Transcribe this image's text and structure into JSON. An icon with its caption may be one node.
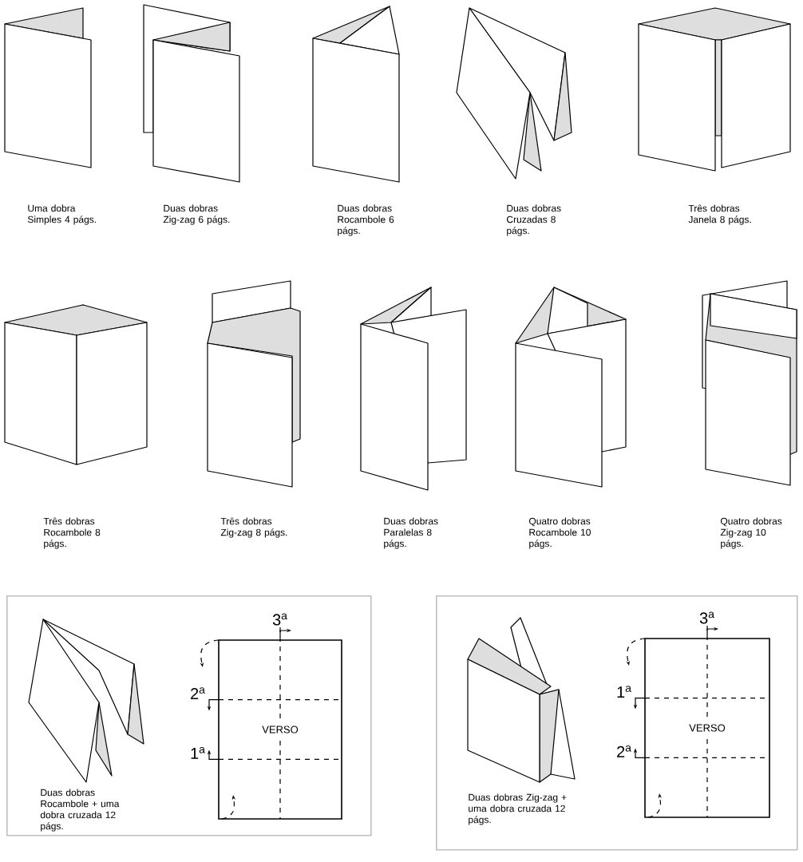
{
  "diagram": {
    "nodes": [
      {
        "text": [
          "Duas dobras Rocambole + uma dobra cruzada 12 págs."
        ]
      },
      {
        "text": [
          "VERSO"
        ],
        "in": 0
      },
      {
        "text": [
          "Duas dobras Zig-zag + uma dobra cruzada 12 págs."
        ]
      },
      {
        "text": [
          "VERSO"
        ],
        "in": 2
      }
    ],
    "edges": [],
    "labels": [
      "Uma dobra Simples 4 págs.",
      "Duas dobras Zig-zag 6 págs.",
      "Duas dobras Rocambole 6 págs.",
      "Duas dobras Cruzadas 8 págs.",
      "Três dobras Janela 8 págs.",
      "Três dobras Rocambole 8 págs.",
      "Três dobras Zig-zag 8 págs.",
      "Duas dobras Paralelas 8 págs.",
      "Quatro dobras Rocambole 10 págs.",
      "Quatro dobras Zig-zag 10 págs.",
      "3$^{a}$",
      "2$^{a}$",
      "1$^{a}$",
      "3$^{a}$",
      "1$^{a}$",
      "2$^{a}$"
    ]
  }
}
